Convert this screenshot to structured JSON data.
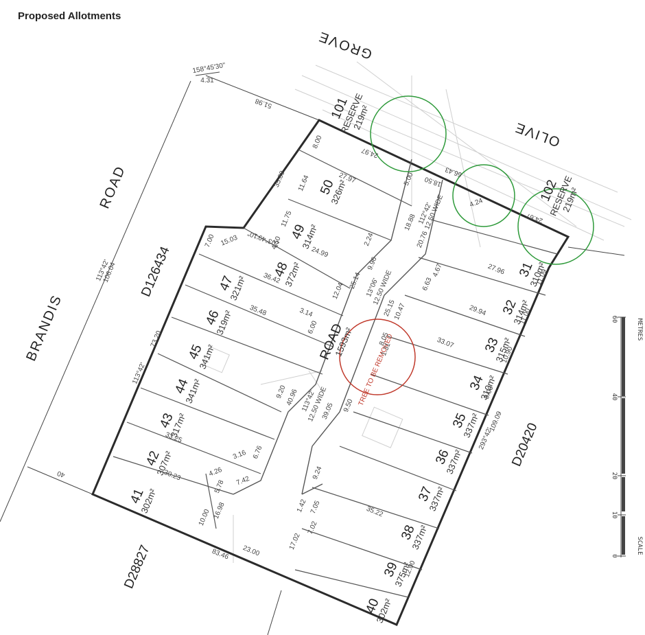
{
  "title": "Proposed Allotments",
  "roads": {
    "grove": "GROVE",
    "olive": "OLIVE",
    "brandis": "BRANDIS",
    "road_word": "ROAD",
    "internal_road": "ROAD",
    "internal_road_area": "1593m²",
    "internal_road_width_a": "12.50 WIDE",
    "internal_road_width_b": "12.50 WIDE",
    "internal_road_width_c": "12.50 WIDE"
  },
  "adjacent_parcels": {
    "north_west": "D126434",
    "east": "D20420",
    "south_west": "D28827"
  },
  "reserves": [
    {
      "number": "101",
      "label": "RESERVE",
      "area": "219m²"
    },
    {
      "number": "102",
      "label": "RESERVE",
      "area": "219m²"
    }
  ],
  "tree_note": "TREE TO BE REMOVED",
  "lots": [
    {
      "number": "31",
      "area": "310m²"
    },
    {
      "number": "32",
      "area": "314m²"
    },
    {
      "number": "33",
      "area": "315m²"
    },
    {
      "number": "34",
      "area": "310m²"
    },
    {
      "number": "35",
      "area": "337m²"
    },
    {
      "number": "36",
      "area": "337m²"
    },
    {
      "number": "37",
      "area": "337m²"
    },
    {
      "number": "38",
      "area": "337m²"
    },
    {
      "number": "39",
      "area": "375m²"
    },
    {
      "number": "40",
      "area": "302m²"
    },
    {
      "number": "41",
      "area": "302m²"
    },
    {
      "number": "42",
      "area": "307m²"
    },
    {
      "number": "43",
      "area": "317m²"
    },
    {
      "number": "44",
      "area": "341m²"
    },
    {
      "number": "45",
      "area": "341m²"
    },
    {
      "number": "46",
      "area": "319m²"
    },
    {
      "number": "47",
      "area": "321m²"
    },
    {
      "number": "48",
      "area": "372m²"
    },
    {
      "number": "49",
      "area": "314m²"
    },
    {
      "number": "50",
      "area": "326m²"
    }
  ],
  "dimensions": {
    "bearing_top": "158°45'30\"",
    "d_431": "4.31",
    "d_5198": "51.98",
    "bearing_brandis": "113°42'",
    "d_10604": "106.04",
    "d_40": "40",
    "d_7320": "73.20",
    "bearing_113_42_a": "113°42'",
    "d_3589": "35.89",
    "d_1503": "15.03",
    "bearing_203": "203°49'10\"",
    "d_800_a": "8.00",
    "d_1164": "11.64",
    "d_1175": "11.75",
    "d_2797": "27.97",
    "d_2497": "24.97",
    "d_3642": "36.42",
    "d_3548": "35.48",
    "d_2499": "24.99",
    "d_1204": "12.04",
    "d_2514": "25.14",
    "d_314": "3.14",
    "d_600": "6.00",
    "d_920": "9.20",
    "d_4096": "40.96",
    "d_3905": "39.05",
    "d_950": "9.50",
    "d_2994": "29.94",
    "d_2796": "27.96",
    "d_3307": "33.07",
    "d_10909": "109.09",
    "bearing_293": "293°42'",
    "d_3023": "30.23",
    "d_8346": "83.46",
    "d_2300": "23.00",
    "d_3325": "33.25",
    "d_3522": "35.22",
    "d_1698": "16.98",
    "d_1000": "10.00",
    "d_1702": "17.02",
    "d_702": "7.02",
    "d_316": "3.16",
    "d_676": "6.76",
    "d_426": "4.26",
    "d_742": "7.42",
    "d_578": "5.78",
    "d_924": "9.24",
    "d_142": "1.42",
    "d_705": "7.05",
    "d_1200": "12.00",
    "d_1888": "18.88",
    "d_2076": "20.76",
    "d_1047": "10.47",
    "d_2515": "25.15",
    "d_805": "8.05",
    "d_131": "1.31",
    "d_663": "6.63",
    "d_467": "4.67",
    "d_1109": "11.09",
    "d_1100": "11.00",
    "d_1090": "10.90",
    "d_900": "9.00",
    "d_996": "9.96",
    "d_224": "2.24",
    "bearing_13": "13°06'",
    "bearing_112": "112°42'",
    "bearing_113_42_b": "113°42'",
    "d_1850": "18.50",
    "d_6643": "66.43",
    "d_500": "5.00",
    "d_424": "4.24",
    "d_2467": "24.67",
    "d_450": "4.50",
    "d_700": "7.00"
  },
  "scale_bar": {
    "unit": "METRES",
    "label": "SCALE",
    "ticks": [
      "60",
      "40",
      "20",
      "10",
      "0"
    ]
  },
  "colors": {
    "boundary": "#2b2b2b",
    "lot_line": "#555555",
    "retained_tree": "#2e9a3a",
    "removed_tree": "#c0392b",
    "background_detail": "#c8c8c8"
  }
}
